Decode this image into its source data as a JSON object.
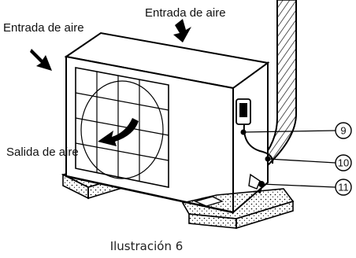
{
  "labels": {
    "air_inlet_left": "Entrada de aire",
    "air_inlet_top": "Entrada de aire",
    "air_outlet": "Salida de aire"
  },
  "callouts": [
    "9",
    "10",
    "11"
  ],
  "caption": "Ilustración 6"
}
